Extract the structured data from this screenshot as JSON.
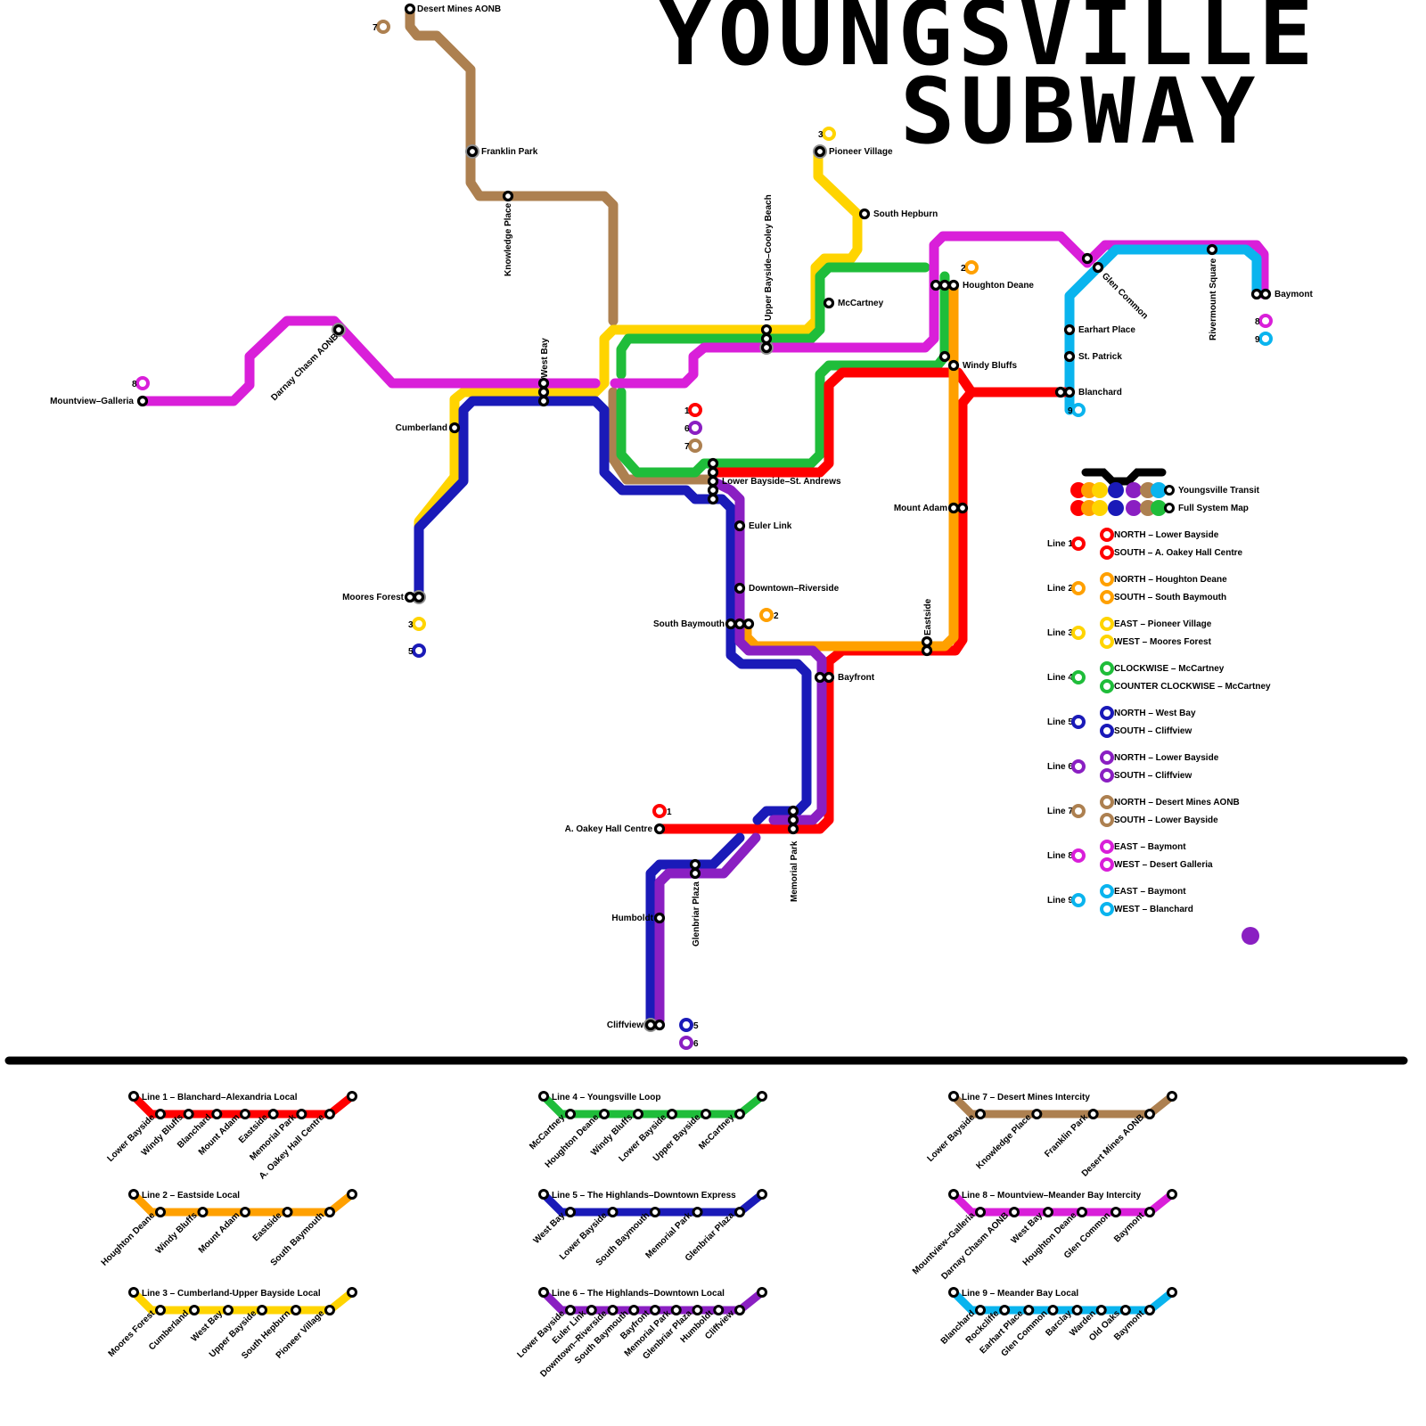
{
  "title": {
    "line1": "YOUNGSVILLE",
    "line2": "SUBWAY"
  },
  "colors": {
    "L1": "#ff0000",
    "L2": "#ffa000",
    "L3": "#ffd400",
    "L4": "#1fbd3a",
    "L5": "#1a1ab8",
    "L6": "#8a1fc2",
    "L7": "#ad8050",
    "L8": "#d91fd9",
    "L9": "#0ab4ee",
    "ink": "#000000",
    "interchange": "#8f8f8f"
  },
  "stations": {
    "desert_mines": "Desert Mines AONB",
    "franklin_park": "Franklin Park",
    "knowledge_place": "Knowledge Place",
    "pioneer_village": "Pioneer Village",
    "south_hepburn": "South Hepburn",
    "mccartney": "McCartney",
    "upper_bayside": "Upper Bayside–Cooley Beach",
    "houghton_deane": "Houghton Deane",
    "windy_bluffs": "Windy Bluffs",
    "glen_common": "Glen Common",
    "rivermount": "Rivermount Square",
    "baymont": "Baymont",
    "earhart": "Earhart Place",
    "st_patrick": "St. Patrick",
    "blanchard": "Blanchard",
    "darnay": "Darnay Chasm AONB",
    "mountview": "Mountview–Galleria",
    "west_bay": "West Bay",
    "cumberland": "Cumberland",
    "lower_bayside": "Lower Bayside–St. Andrews",
    "euler_link": "Euler Link",
    "downtown_riverside": "Downtown–Riverside",
    "south_baymouth": "South Baymouth",
    "eastside": "Eastside",
    "mount_adam": "Mount Adam",
    "moores_forest": "Moores Forest",
    "bayfront": "Bayfront",
    "oakey": "A. Oakey Hall Centre",
    "memorial_park": "Memorial Park",
    "glenbriar": "Glenbriar Plaza",
    "humboldt": "Humboldt",
    "cliffview": "Cliffview"
  },
  "terminal_numbers": {
    "n1": "1",
    "n2": "2",
    "n3": "3",
    "n5": "5",
    "n6": "6",
    "n7": "7",
    "n8": "8",
    "n9": "9"
  },
  "legend": {
    "transit": "Youngsville Transit",
    "full_map": "Full System Map",
    "rows": [
      {
        "line": "Line 1",
        "a": "NORTH – Lower Bayside",
        "b": "SOUTH – A. Oakey Hall Centre",
        "color": "#ff0000"
      },
      {
        "line": "Line 2",
        "a": "NORTH – Houghton Deane",
        "b": "SOUTH – South Baymouth",
        "color": "#ffa000"
      },
      {
        "line": "Line 3",
        "a": "EAST – Pioneer Village",
        "b": "WEST – Moores Forest",
        "color": "#ffd400"
      },
      {
        "line": "Line 4",
        "a": "CLOCKWISE – McCartney",
        "b": "COUNTER CLOCKWISE – McCartney",
        "color": "#1fbd3a"
      },
      {
        "line": "Line 5",
        "a": "NORTH – West Bay",
        "b": "SOUTH – Cliffview",
        "color": "#1a1ab8"
      },
      {
        "line": "Line 6",
        "a": "NORTH – Lower Bayside",
        "b": "SOUTH – Cliffview",
        "color": "#8a1fc2"
      },
      {
        "line": "Line 7",
        "a": "NORTH – Desert Mines AONB",
        "b": "SOUTH – Lower Bayside",
        "color": "#ad8050"
      },
      {
        "line": "Line 8",
        "a": "EAST – Baymont",
        "b": "WEST – Desert Galleria",
        "color": "#d91fd9"
      },
      {
        "line": "Line 9",
        "a": "EAST – Baymont",
        "b": "WEST – Blanchard",
        "color": "#0ab4ee"
      }
    ]
  },
  "strips": [
    {
      "title": "Line 1 – Blanchard–Alexandria Local",
      "color": "#ff0000",
      "stops": [
        "Lower Bayside",
        "Windy Bluffs",
        "Blanchard",
        "Mount Adam",
        "Eastside",
        "Memorial Park",
        "A. Oakey Hall Centre"
      ]
    },
    {
      "title": "Line 2 – Eastside Local",
      "color": "#ffa000",
      "stops": [
        "Houghton Deane",
        "Windy Bluffs",
        "Mount Adam",
        "Eastside",
        "South Baymouth"
      ]
    },
    {
      "title": "Line 3 – Cumberland-Upper Bayside Local",
      "color": "#ffd400",
      "stops": [
        "Moores Forest",
        "Cumberland",
        "West Bay",
        "Upper Bayside",
        "South Hepburn",
        "Pioneer Village"
      ]
    },
    {
      "title": "Line 4 – Youngsville Loop",
      "color": "#1fbd3a",
      "stops": [
        "McCartney",
        "Houghton Deane",
        "Windy Bluffs",
        "Lower Bayside",
        "Upper Bayside",
        "McCartney"
      ]
    },
    {
      "title": "Line 5 – The Highlands–Downtown Express",
      "color": "#1a1ab8",
      "stops": [
        "West Bay",
        "Lower Bayside",
        "South Baymouth",
        "Memorial Park",
        "Glenbriar Plaza"
      ]
    },
    {
      "title": "Line 6 – The Highlands–Downtown Local",
      "color": "#8a1fc2",
      "stops": [
        "Lower Bayside",
        "Euler Link",
        "Downtown–Riverside",
        "South Baymouth",
        "Bayfront",
        "Memorial Park",
        "Glenbriar Plaza",
        "Humboldt",
        "Cliffview"
      ]
    },
    {
      "title": "Line 7 – Desert Mines Intercity",
      "color": "#ad8050",
      "stops": [
        "Lower Bayside",
        "Knowledge Place",
        "Franklin Park",
        "Desert Mines AONB"
      ]
    },
    {
      "title": "Line 8 – Mountview–Meander Bay Intercity",
      "color": "#d91fd9",
      "stops": [
        "Mountview–Galleria",
        "Darnay Chasm AONB",
        "West Bay",
        "Houghton Deane",
        "Glen Common",
        "Baymont"
      ]
    },
    {
      "title": "Line 9 – Meander Bay Local",
      "color": "#0ab4ee",
      "stops": [
        "Blanchard",
        "Rockcliffe",
        "Earhart Place",
        "Glen Common",
        "Barclay",
        "Warden",
        "Old Oaks",
        "Baymont"
      ]
    }
  ]
}
